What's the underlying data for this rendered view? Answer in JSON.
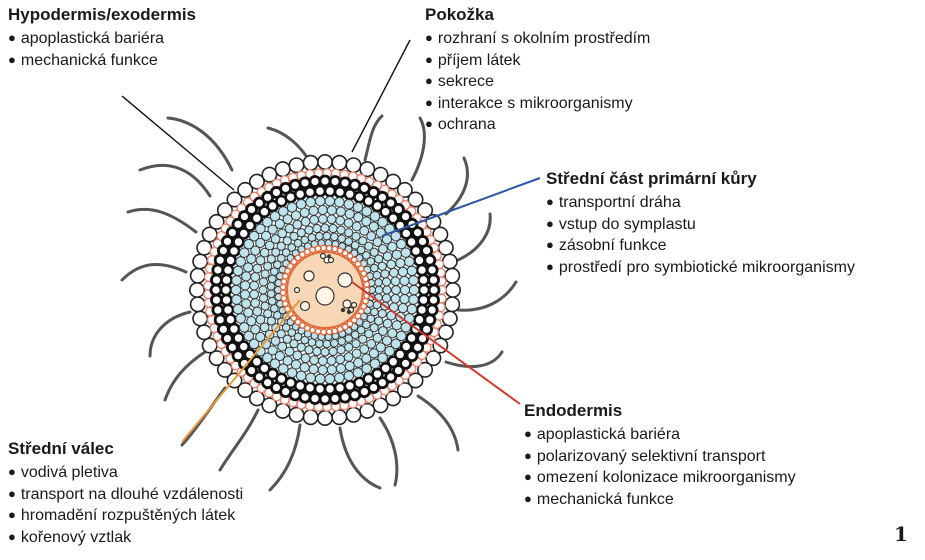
{
  "blocks": {
    "hypodermis": {
      "title": "Hypodermis/exodermis",
      "items": [
        "apoplastická bariéra",
        "mechanická funkce"
      ]
    },
    "pokozka": {
      "title": "Pokožka",
      "items": [
        "rozhraní s okolním prostředím",
        "příjem látek",
        "sekrece",
        "interakce s mikroorganismy",
        "ochrana"
      ]
    },
    "stredni_cast": {
      "title": "Střední část primární kůry",
      "items": [
        "transportní dráha",
        "vstup do symplastu",
        "zásobní funkce",
        "prostředí pro symbiotické mikroorganismy"
      ]
    },
    "endodermis": {
      "title": "Endodermis",
      "items": [
        "apoplastická bariéra",
        "polarizovaný selektivní transport",
        "omezení kolonizace mikroorganismy",
        "mechanická funkce"
      ]
    },
    "stredni_valec": {
      "title": "Střední válec",
      "items": [
        "vodivá pletiva",
        "transport na dlouhé vzdálenosti",
        "hromadění rozpuštěných látek",
        "kořenový vztlak"
      ]
    }
  },
  "figure_number": "1",
  "colors": {
    "cortex_cells": "#bfe3ec",
    "stele_fill": "#f7d7b6",
    "endodermis": "#e06a3a",
    "exodermis": "#e8806a",
    "line_cortex": "#2f56a6",
    "line_endodermis": "#d0392b",
    "line_stele": "#e89a3c",
    "line_epidermis": "#111111"
  }
}
